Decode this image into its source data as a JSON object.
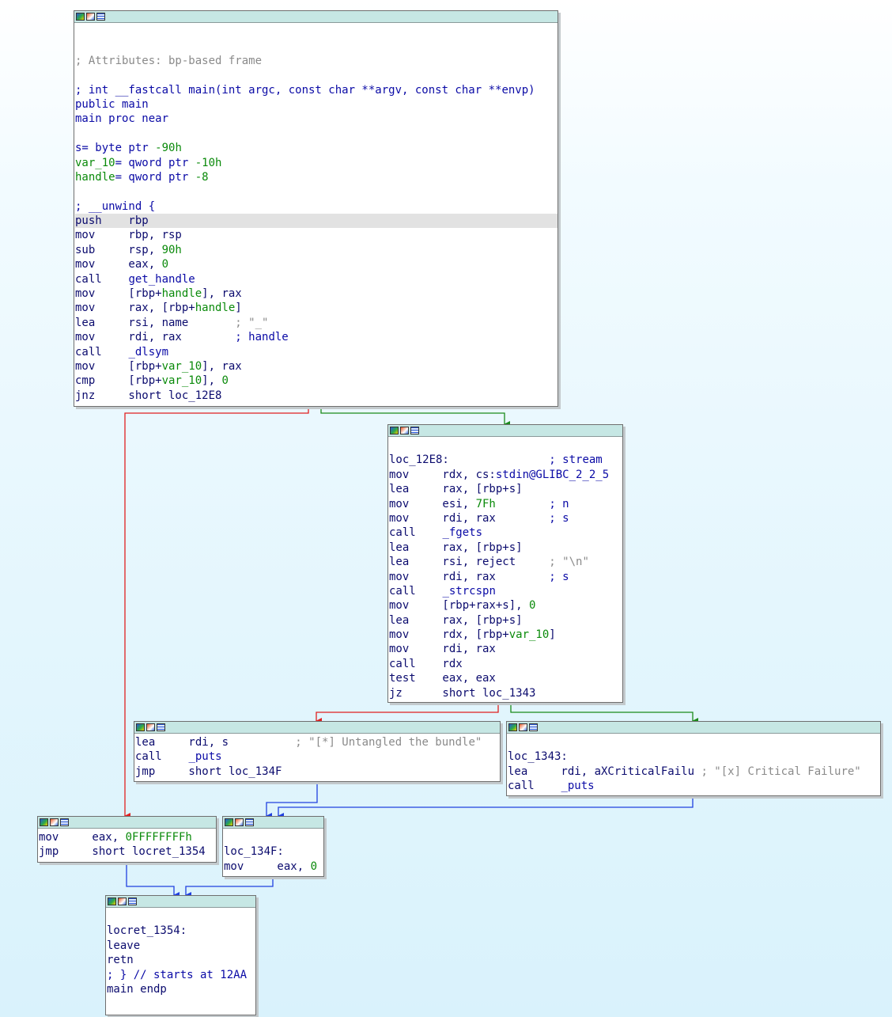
{
  "app": {
    "title": "IDA graph view"
  },
  "icons": {
    "title_bar": [
      "graph-icon",
      "edit-icon",
      "text-view-icon"
    ]
  },
  "colors": {
    "edge_false": "#e02020",
    "edge_true": "#1a8a1a",
    "edge_jump": "#2040e0",
    "node_title_bar": "#c6e7e4",
    "highlight": "#e2e2e2"
  },
  "blocks": [
    {
      "id": "main_entry",
      "lines": [
        {
          "segments": []
        },
        {
          "segments": []
        },
        {
          "segments": [
            {
              "t": "; Attributes: bp-based frame",
              "c": "cm"
            }
          ]
        },
        {
          "segments": []
        },
        {
          "segments": [
            {
              "t": "; int __fastcall main(int argc, const char **argv, const char **envp)",
              "c": "c"
            }
          ]
        },
        {
          "segments": [
            {
              "t": "public main",
              "c": "c"
            }
          ]
        },
        {
          "segments": [
            {
              "t": "main proc near",
              "c": "c"
            }
          ]
        },
        {
          "segments": []
        },
        {
          "segments": [
            {
              "t": "s= byte ptr ",
              "c": "c"
            },
            {
              "t": "-90h",
              "c": "nm"
            }
          ]
        },
        {
          "segments": [
            {
              "t": "var_10",
              "c": "nm"
            },
            {
              "t": "= qword ptr ",
              "c": "c"
            },
            {
              "t": "-10h",
              "c": "nm"
            }
          ]
        },
        {
          "segments": [
            {
              "t": "handle",
              "c": "nm"
            },
            {
              "t": "= qword ptr ",
              "c": "c"
            },
            {
              "t": "-8",
              "c": "nm"
            }
          ]
        },
        {
          "segments": []
        },
        {
          "segments": [
            {
              "t": "; __unwind {",
              "c": "c"
            }
          ]
        },
        {
          "segments": [
            {
              "t": "push    rbp",
              "c": "kw"
            }
          ],
          "hl": true
        },
        {
          "segments": [
            {
              "t": "mov     rbp, rsp",
              "c": "kw"
            }
          ]
        },
        {
          "segments": [
            {
              "t": "sub     rsp, ",
              "c": "kw"
            },
            {
              "t": "90h",
              "c": "nm"
            }
          ]
        },
        {
          "segments": [
            {
              "t": "mov     eax, ",
              "c": "kw"
            },
            {
              "t": "0",
              "c": "nm"
            }
          ]
        },
        {
          "segments": [
            {
              "t": "call    ",
              "c": "kw"
            },
            {
              "t": "get_handle",
              "c": "lc"
            }
          ]
        },
        {
          "segments": [
            {
              "t": "mov     [rbp+",
              "c": "kw"
            },
            {
              "t": "handle",
              "c": "nm"
            },
            {
              "t": "], rax",
              "c": "kw"
            }
          ]
        },
        {
          "segments": [
            {
              "t": "mov     rax, [rbp+",
              "c": "kw"
            },
            {
              "t": "handle",
              "c": "nm"
            },
            {
              "t": "]",
              "c": "kw"
            }
          ]
        },
        {
          "segments": [
            {
              "t": "lea     rsi, name       ",
              "c": "kw"
            },
            {
              "t": "; \"_\"",
              "c": "cm"
            }
          ]
        },
        {
          "segments": [
            {
              "t": "mov     rdi, rax        ",
              "c": "kw"
            },
            {
              "t": "; handle",
              "c": "c"
            }
          ]
        },
        {
          "segments": [
            {
              "t": "call    ",
              "c": "kw"
            },
            {
              "t": "_dlsym",
              "c": "lc"
            }
          ]
        },
        {
          "segments": [
            {
              "t": "mov     [rbp+",
              "c": "kw"
            },
            {
              "t": "var_10",
              "c": "nm"
            },
            {
              "t": "], rax",
              "c": "kw"
            }
          ]
        },
        {
          "segments": [
            {
              "t": "cmp     [rbp+",
              "c": "kw"
            },
            {
              "t": "var_10",
              "c": "nm"
            },
            {
              "t": "], ",
              "c": "kw"
            },
            {
              "t": "0",
              "c": "nm"
            }
          ]
        },
        {
          "segments": [
            {
              "t": "jnz     short loc_12E8",
              "c": "kw"
            }
          ]
        }
      ]
    },
    {
      "id": "loc_12E8",
      "lines": [
        {
          "segments": []
        },
        {
          "segments": [
            {
              "t": "loc_12E8:               ",
              "c": "kw"
            },
            {
              "t": "; stream",
              "c": "c"
            }
          ]
        },
        {
          "segments": [
            {
              "t": "mov     rdx, cs:",
              "c": "kw"
            },
            {
              "t": "stdin@GLIBC_2_2_5",
              "c": "c"
            }
          ]
        },
        {
          "segments": [
            {
              "t": "lea     rax, [rbp+s]",
              "c": "kw"
            }
          ]
        },
        {
          "segments": [
            {
              "t": "mov     esi, ",
              "c": "kw"
            },
            {
              "t": "7Fh",
              "c": "nm"
            },
            {
              "t": "        ",
              "c": "kw"
            },
            {
              "t": "; n",
              "c": "c"
            }
          ]
        },
        {
          "segments": [
            {
              "t": "mov     rdi, rax        ",
              "c": "kw"
            },
            {
              "t": "; s",
              "c": "c"
            }
          ]
        },
        {
          "segments": [
            {
              "t": "call    ",
              "c": "kw"
            },
            {
              "t": "_fgets",
              "c": "lc"
            }
          ]
        },
        {
          "segments": [
            {
              "t": "lea     rax, [rbp+s]",
              "c": "kw"
            }
          ]
        },
        {
          "segments": [
            {
              "t": "lea     rsi, reject     ",
              "c": "kw"
            },
            {
              "t": "; \"\\n\"",
              "c": "cm"
            }
          ]
        },
        {
          "segments": [
            {
              "t": "mov     rdi, rax        ",
              "c": "kw"
            },
            {
              "t": "; s",
              "c": "c"
            }
          ]
        },
        {
          "segments": [
            {
              "t": "call    ",
              "c": "kw"
            },
            {
              "t": "_strcspn",
              "c": "lc"
            }
          ]
        },
        {
          "segments": [
            {
              "t": "mov     [rbp+rax+s], ",
              "c": "kw"
            },
            {
              "t": "0",
              "c": "nm"
            }
          ]
        },
        {
          "segments": [
            {
              "t": "lea     rax, [rbp+s]",
              "c": "kw"
            }
          ]
        },
        {
          "segments": [
            {
              "t": "mov     rdx, [rbp+",
              "c": "kw"
            },
            {
              "t": "var_10",
              "c": "nm"
            },
            {
              "t": "]",
              "c": "kw"
            }
          ]
        },
        {
          "segments": [
            {
              "t": "mov     rdi, rax",
              "c": "kw"
            }
          ]
        },
        {
          "segments": [
            {
              "t": "call    rdx",
              "c": "kw"
            }
          ]
        },
        {
          "segments": [
            {
              "t": "test    eax, eax",
              "c": "kw"
            }
          ]
        },
        {
          "segments": [
            {
              "t": "jz      short loc_1343",
              "c": "kw"
            }
          ]
        }
      ]
    },
    {
      "id": "untangled",
      "lines": [
        {
          "segments": [
            {
              "t": "lea     rdi, s          ",
              "c": "kw"
            },
            {
              "t": "; \"[*] Untangled the bundle\"",
              "c": "cm"
            }
          ]
        },
        {
          "segments": [
            {
              "t": "call    ",
              "c": "kw"
            },
            {
              "t": "_puts",
              "c": "lc"
            }
          ]
        },
        {
          "segments": [
            {
              "t": "jmp     short loc_134F",
              "c": "kw"
            }
          ]
        }
      ]
    },
    {
      "id": "loc_1343",
      "lines": [
        {
          "segments": []
        },
        {
          "segments": [
            {
              "t": "loc_1343:",
              "c": "kw"
            }
          ]
        },
        {
          "segments": [
            {
              "t": "lea     rdi, aXCriticalFailu ",
              "c": "kw"
            },
            {
              "t": "; \"[x] Critical Failure\"",
              "c": "cm"
            }
          ]
        },
        {
          "segments": [
            {
              "t": "call    ",
              "c": "kw"
            },
            {
              "t": "_puts",
              "c": "lc"
            }
          ]
        }
      ]
    },
    {
      "id": "fail_ret",
      "lines": [
        {
          "segments": [
            {
              "t": "mov     eax, ",
              "c": "kw"
            },
            {
              "t": "0FFFFFFFFh",
              "c": "nm"
            }
          ]
        },
        {
          "segments": [
            {
              "t": "jmp     short locret_1354",
              "c": "kw"
            }
          ]
        }
      ]
    },
    {
      "id": "loc_134F",
      "lines": [
        {
          "segments": []
        },
        {
          "segments": [
            {
              "t": "loc_134F:",
              "c": "kw"
            }
          ]
        },
        {
          "segments": [
            {
              "t": "mov     eax, ",
              "c": "kw"
            },
            {
              "t": "0",
              "c": "nm"
            }
          ]
        }
      ]
    },
    {
      "id": "locret_1354",
      "lines": [
        {
          "segments": []
        },
        {
          "segments": [
            {
              "t": "locret_1354:",
              "c": "kw"
            }
          ]
        },
        {
          "segments": [
            {
              "t": "leave",
              "c": "kw"
            }
          ]
        },
        {
          "segments": [
            {
              "t": "retn",
              "c": "kw"
            }
          ]
        },
        {
          "segments": [
            {
              "t": "; } // starts at 12AA",
              "c": "c"
            }
          ]
        },
        {
          "segments": [
            {
              "t": "main endp",
              "c": "kw"
            }
          ]
        }
      ]
    }
  ]
}
